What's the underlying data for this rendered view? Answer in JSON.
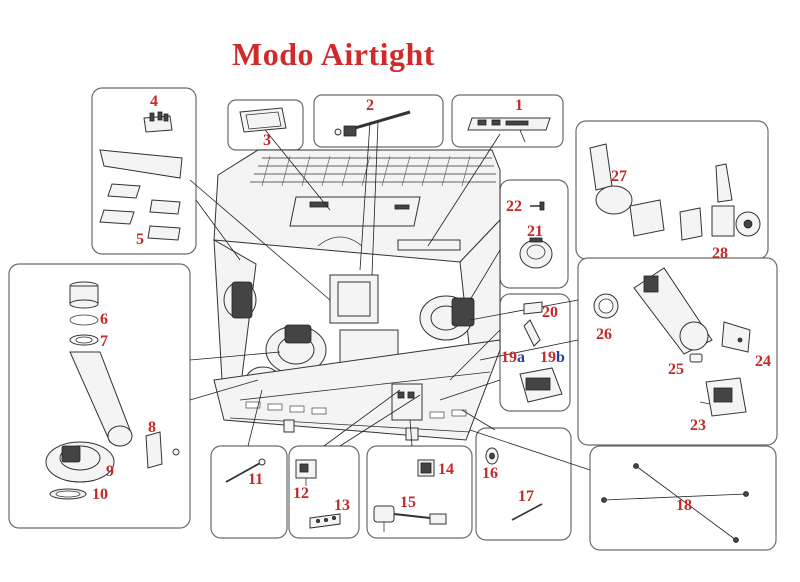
{
  "title": "Modo Airtight",
  "colors": {
    "label": "#c62828",
    "sub_label": "#2a3c9a",
    "title": "#d02a2a",
    "box_border": "#6b6b6b"
  },
  "labels": {
    "p1": "1",
    "p2": "2",
    "p3": "3",
    "p4": "4",
    "p5": "5",
    "p6": "6",
    "p7": "7",
    "p8": "8",
    "p9": "9",
    "p10": "10",
    "p11": "11",
    "p12": "12",
    "p13": "13",
    "p14": "14",
    "p15": "15",
    "p16": "16",
    "p17": "17",
    "p18": "18",
    "p19": "19",
    "p19a": "a",
    "p19b": "b",
    "p20": "20",
    "p21": "21",
    "p22": "22",
    "p23": "23",
    "p24": "24",
    "p25": "25",
    "p26": "26",
    "p27": "27",
    "p28": "28"
  }
}
